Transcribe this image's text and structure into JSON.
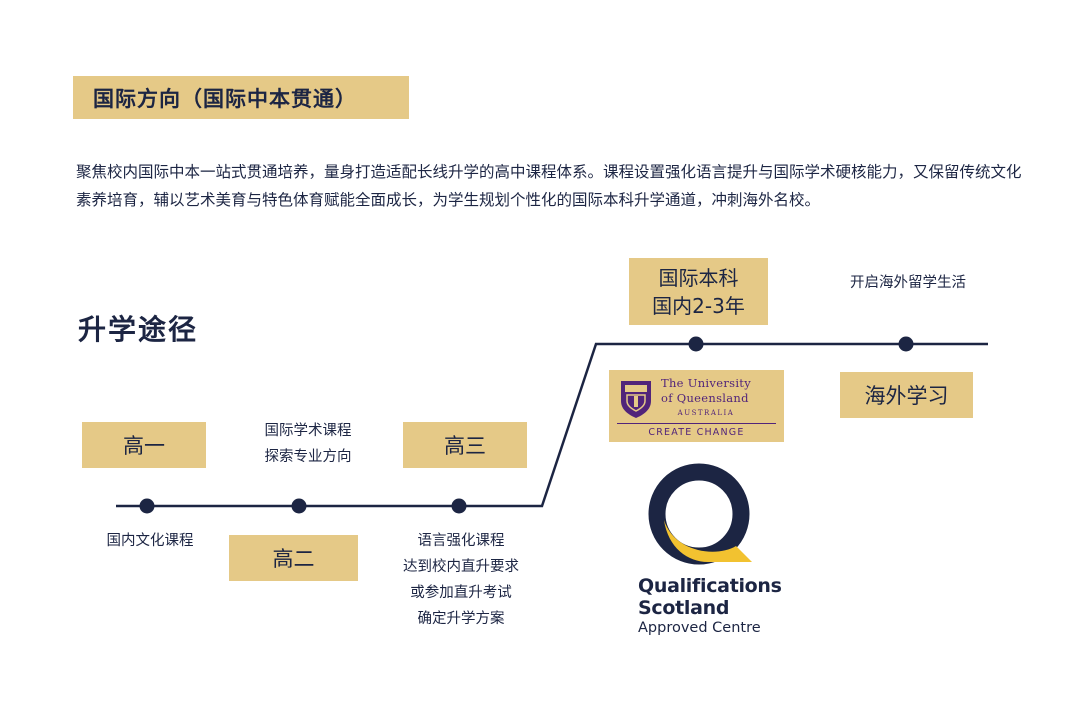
{
  "title": "国际方向（国际中本贯通）",
  "intro": "聚焦校内国际中本一站式贯通培养，量身打造适配长线升学的高中课程体系。课程设置强化语言提升与国际学术硬核能力，又保留传统文化素养培育，辅以艺术美育与特色体育赋能全面成长，为学生规划个性化的国际本科升学通道，冲刺海外名校。",
  "pathway": {
    "heading": "升学途径",
    "stages": {
      "g1": "高一",
      "g2": "高二",
      "g3": "高三",
      "undergrad_line1": "国际本科",
      "undergrad_line2": "国内2-3年",
      "abroad": "海外学习"
    },
    "notes": {
      "g1": "国内文化课程",
      "g2_line1": "国际学术课程",
      "g2_line2": "探索专业方向",
      "g3_line1": "语言强化课程",
      "g3_line2": "达到校内直升要求",
      "g3_line3": "或参加直升考试",
      "g3_line4": "确定升学方案",
      "abroad": "开启海外留学生活"
    }
  },
  "logos": {
    "uq": {
      "line1": "The University",
      "line2": "of Queensland",
      "line3": "AUSTRALIA",
      "tagline": "CREATE CHANGE"
    },
    "qs": {
      "name_line1": "Qualifications",
      "name_line2": "Scotland",
      "sub": "Approved Centre"
    }
  },
  "colors": {
    "gold": "#e5c987",
    "navy": "#1c2543",
    "uq_purple": "#51247a",
    "qs_yellow": "#f2c230"
  }
}
